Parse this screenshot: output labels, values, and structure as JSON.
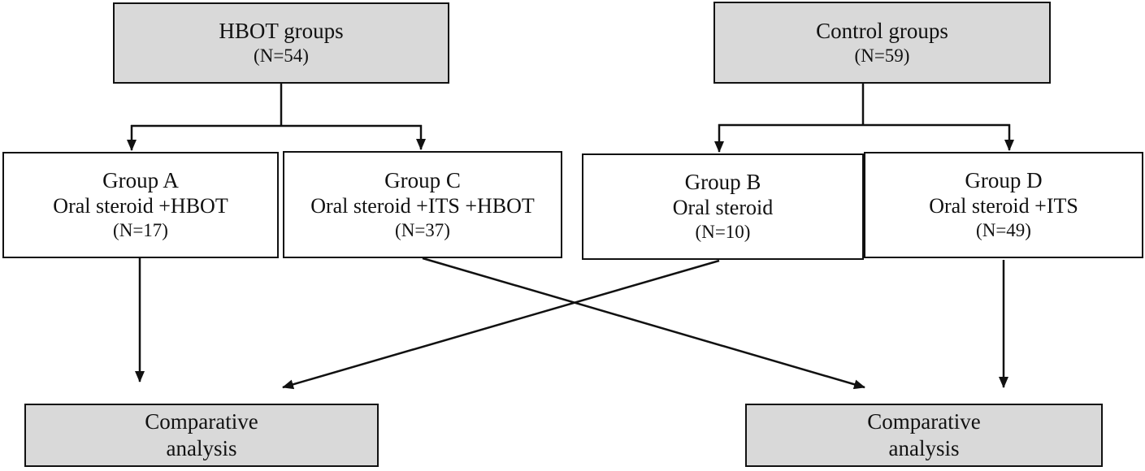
{
  "diagram": {
    "type": "flowchart",
    "colors": {
      "node_fill_gray": "#d9d9d9",
      "node_fill_white": "#ffffff",
      "border_and_lines": "#111111",
      "background": "#ffffff"
    }
  },
  "nodes": {
    "hbot": {
      "title": "HBOT groups",
      "count": "(N=54)"
    },
    "control": {
      "title": "Control groups",
      "count": "(N=59)"
    },
    "group_a": {
      "title": "Group A",
      "treatment": "Oral steroid +HBOT",
      "count": "(N=17)"
    },
    "group_c": {
      "title": "Group C",
      "treatment": "Oral steroid +ITS +HBOT",
      "count": "(N=37)"
    },
    "group_b": {
      "title": "Group B",
      "treatment": "Oral steroid",
      "count": "(N=10)"
    },
    "group_d": {
      "title": "Group D",
      "treatment": "Oral steroid +ITS",
      "count": "(N=49)"
    },
    "comparative_left": {
      "line1": "Comparative",
      "line2": "analysis"
    },
    "comparative_right": {
      "line1": "Comparative",
      "line2": "analysis"
    }
  },
  "edges": [
    {
      "from": "hbot",
      "to": "group_a"
    },
    {
      "from": "hbot",
      "to": "group_c"
    },
    {
      "from": "control",
      "to": "group_b"
    },
    {
      "from": "control",
      "to": "group_d"
    },
    {
      "from": "group_a",
      "to": "comparative_left"
    },
    {
      "from": "group_b",
      "to": "comparative_left"
    },
    {
      "from": "group_c",
      "to": "comparative_right"
    },
    {
      "from": "group_d",
      "to": "comparative_right"
    }
  ]
}
